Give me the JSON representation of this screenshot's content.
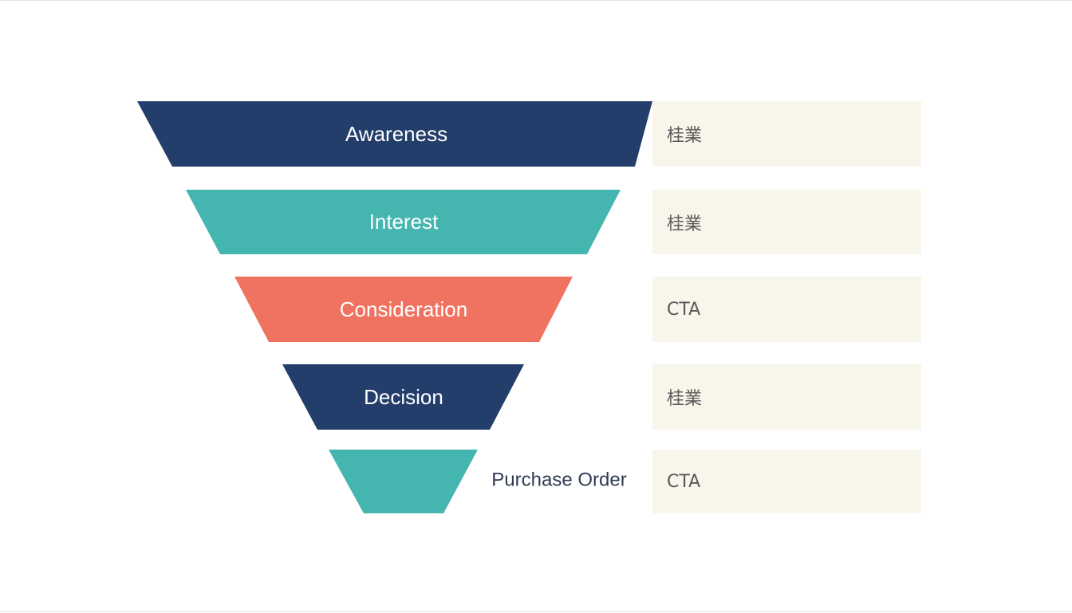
{
  "colors": {
    "navy": "#233e6b",
    "teal": "#45b5b0",
    "coral": "#f07260",
    "note_bg": "#f8f5ea",
    "note_text": "#5a5a5a",
    "outside_text": "#2f3b52",
    "inside_text": "#ffffff"
  },
  "funnel": {
    "stages": [
      {
        "label": "Awareness",
        "color": "#233e6b",
        "note": "桂業"
      },
      {
        "label": "Interest",
        "color": "#45b5b0",
        "note": "桂業"
      },
      {
        "label": "Consideration",
        "color": "#f07260",
        "note": "CTA"
      },
      {
        "label": "Decision",
        "color": "#233e6b",
        "note": "桂業"
      },
      {
        "label": "Purchase Order",
        "color": "#45b5b0",
        "note": "CTA",
        "label_outside": true
      }
    ]
  }
}
